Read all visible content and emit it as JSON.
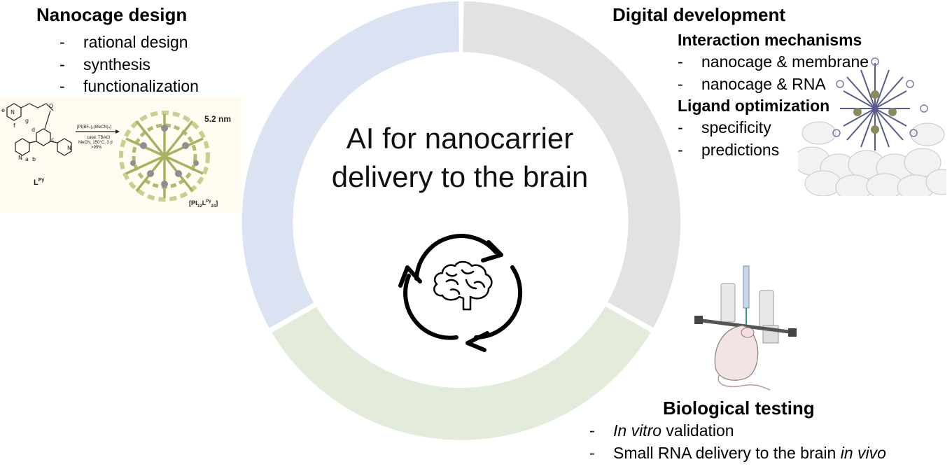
{
  "center": {
    "title_line1": "AI for nanocarrier",
    "title_line2": "delivery to the brain",
    "icon": "brain-cycle-icon"
  },
  "ring": {
    "segment_colors": {
      "nanocage_design": "#dbe2f1",
      "digital_development": "#e2e2e2",
      "biological_testing": "#e3ecdb"
    }
  },
  "nanocage_design": {
    "heading": "Nanocage design",
    "items": [
      "rational design",
      "synthesis",
      "functionalization"
    ],
    "figure": {
      "label_size": "5.2 nm",
      "ligand_label": "L",
      "ligand_sup": "Py",
      "reagent": "[Pt(BF₄)₂(MeCN)₄]",
      "conditions": [
        "catal. TBACl",
        "MeCN, 150°C, 3 d",
        ">95%"
      ],
      "product_label": "[Pt",
      "product_sub1": "12",
      "product_L": "L",
      "product_sup": "Py",
      "product_sub2": "24",
      "product_close": "]",
      "atom_labels": [
        "e",
        "f",
        "g",
        "d",
        "c",
        "a",
        "b",
        "N",
        "N",
        "N",
        "O"
      ]
    }
  },
  "digital_development": {
    "heading": "Digital development",
    "group1_heading": "Interaction mechanisms",
    "group1_items": [
      "nanocage & membrane",
      "nanocage & RNA"
    ],
    "group2_heading": "Ligand optimization",
    "group2_items": [
      "specificity",
      "predictions"
    ]
  },
  "biological_testing": {
    "heading": "Biological testing",
    "item1_italic": "In vitro",
    "item1_rest": " validation",
    "item2_text": "Small RNA delivery to the brain ",
    "item2_italic": "in vivo"
  }
}
